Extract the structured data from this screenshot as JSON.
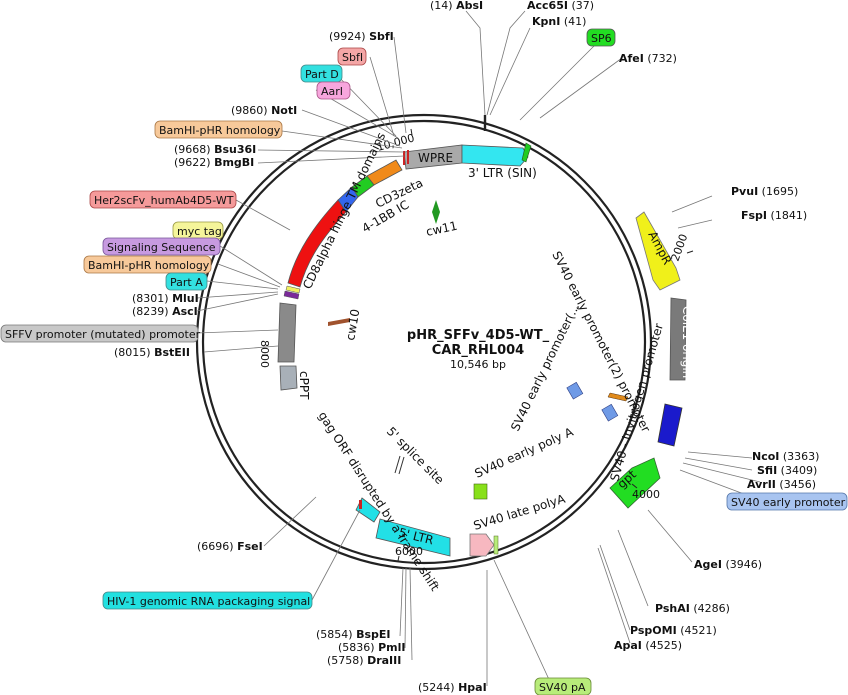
{
  "plasmid": {
    "name_line1": "pHR_SFFv_4D5-WT_",
    "name_line2": "CAR_RHL004",
    "size_label": "10,546 bp",
    "total_bp": 10546
  },
  "scale_ticks": [
    {
      "bp": 2000,
      "label": "2000"
    },
    {
      "bp": 4000,
      "label": "4000"
    },
    {
      "bp": 6000,
      "label": "6000"
    },
    {
      "bp": 8000,
      "label": "8000"
    },
    {
      "bp": 10000,
      "label": "10,000"
    }
  ],
  "enzymes": [
    {
      "name": "AbsI",
      "position": "(14)",
      "bp": 14
    },
    {
      "name": "Acc65I",
      "position": "(37)",
      "bp": 37
    },
    {
      "name": "KpnI",
      "position": "(41)",
      "bp": 41
    },
    {
      "name": "AfeI",
      "position": "(732)",
      "bp": 732
    },
    {
      "name": "PvuI",
      "position": "(1695)",
      "bp": 1695
    },
    {
      "name": "FspI",
      "position": "(1841)",
      "bp": 1841
    },
    {
      "name": "NcoI",
      "position": "(3363)",
      "bp": 3363
    },
    {
      "name": "SfiI",
      "position": "(3409)",
      "bp": 3409
    },
    {
      "name": "AvrII",
      "position": "(3456)",
      "bp": 3456
    },
    {
      "name": "AgeI",
      "position": "(3946)",
      "bp": 3946
    },
    {
      "name": "PshAI",
      "position": "(4286)",
      "bp": 4286
    },
    {
      "name": "PspOMI",
      "position": "(4521)",
      "bp": 4521
    },
    {
      "name": "ApaI",
      "position": "(4525)",
      "bp": 4525
    },
    {
      "name": "HpaI",
      "position": "(5244)",
      "bp": 5244
    },
    {
      "name": "DraIII",
      "position": "(5758)",
      "bp": 5758
    },
    {
      "name": "PmlI",
      "position": "(5836)",
      "bp": 5836
    },
    {
      "name": "BspEI",
      "position": "(5854)",
      "bp": 5854
    },
    {
      "name": "FseI",
      "position": "(6696)",
      "bp": 6696
    },
    {
      "name": "BstEII",
      "position": "(8015)",
      "bp": 8015
    },
    {
      "name": "AscI",
      "position": "(8239)",
      "bp": 8239
    },
    {
      "name": "MluI",
      "position": "(8301)",
      "bp": 8301
    },
    {
      "name": "BmgBI",
      "position": "(9622)",
      "bp": 9622
    },
    {
      "name": "Bsu36I",
      "position": "(9668)",
      "bp": 9668
    },
    {
      "name": "NotI",
      "position": "(9860)",
      "bp": 9860
    },
    {
      "name": "SbfI",
      "position": "(9924)",
      "bp": 9924
    }
  ],
  "boxed_labels": [
    {
      "text": "SP6",
      "color": "#22dd22"
    },
    {
      "text": "SbfI",
      "color": "#f4a6a6"
    },
    {
      "text": "Part D",
      "color": "#33e0e0"
    },
    {
      "text": "AarI",
      "color": "#f7a6dd"
    },
    {
      "text": "BamHI-pHR homology",
      "color": "#f7c99a"
    },
    {
      "text": "Her2scFv_humAb4D5-WT",
      "color": "#f59a9a"
    },
    {
      "text": "myc tag",
      "color": "#f5f59a"
    },
    {
      "text": "Signaling Sequence",
      "color": "#c79ae0"
    },
    {
      "text": "BamHI-pHR homology",
      "color": "#f7c99a"
    },
    {
      "text": "Part A",
      "color": "#33e0e0"
    },
    {
      "text": "SFFV promoter (mutated) promoter",
      "color": "#c8c8c8"
    },
    {
      "text": "SV40 early promoter",
      "color": "#a8c4f0"
    },
    {
      "text": "HIV-1 genomic RNA packaging signal",
      "color": "#22e0e0"
    },
    {
      "text": "SV40 pA",
      "color": "#b8ec7a"
    }
  ],
  "features": [
    {
      "label": "WPRE",
      "color": "#a9a9a9"
    },
    {
      "label": "3' LTR (SIN)",
      "color": "#33e6f0"
    },
    {
      "label": "CD3zeta",
      "color": "#f08a1a"
    },
    {
      "label": "4-1BB IC",
      "color": "#22cc22"
    },
    {
      "label": "CD8alpha hinge TM domains",
      "color": "#3366ee"
    },
    {
      "label": "cPPT",
      "color": "#a0a8b0"
    },
    {
      "label": "AmpR",
      "color": "#f0f01a"
    },
    {
      "label": "ColE1 origin",
      "color": "#7a7a7a"
    },
    {
      "label": "SV40 - Invitrogen promoter",
      "color": "#1a1acc"
    },
    {
      "label": "gpt",
      "color": "#22dd22"
    },
    {
      "label": "5' LTR",
      "color": "#22e0e6"
    },
    {
      "label": "SV40 early promoter(2) promoter",
      "color": "#6f9ae6"
    },
    {
      "label": "SV40 early promoter(...",
      "color": "#6f9ae6"
    },
    {
      "label": "SV40 early poly A",
      "color": "#88e01a"
    },
    {
      "label": "SV40 late polyA",
      "color": "#f7b8c0"
    },
    {
      "label": "gag ORF disrupted by a frame shift",
      "color": "#cc2222"
    },
    {
      "label": "5' splice site",
      "color": "#333333"
    },
    {
      "label": "cw10",
      "color": "#a0522d"
    },
    {
      "label": "cw11",
      "color": "#229922"
    }
  ]
}
